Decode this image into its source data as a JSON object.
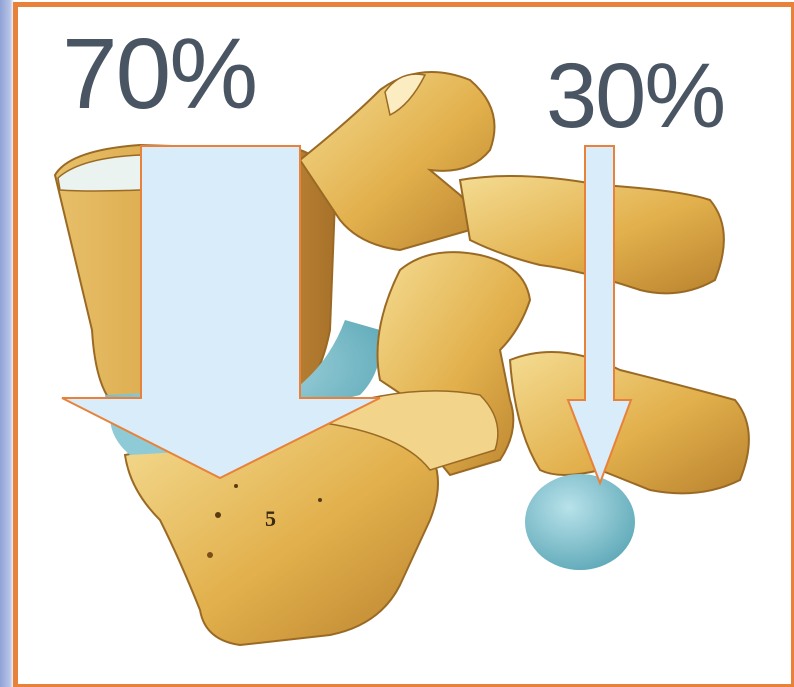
{
  "labels": {
    "left_percent": "70%",
    "right_percent": "30%",
    "vertebra_number": "5"
  },
  "load_distribution": [
    {
      "label": "70%",
      "share": 70
    },
    {
      "label": "30%",
      "share": 30
    }
  ],
  "colors": {
    "frame_border": "#e8823a",
    "arrow_fill": "#d9ecfa",
    "arrow_outline": "#e8823a",
    "percent_text": "#4a5563",
    "bone": "#e4b552",
    "bone_shadow": "#b57d2a",
    "disc": "#7fc2cf",
    "side_bar": "#8fa2d6"
  }
}
